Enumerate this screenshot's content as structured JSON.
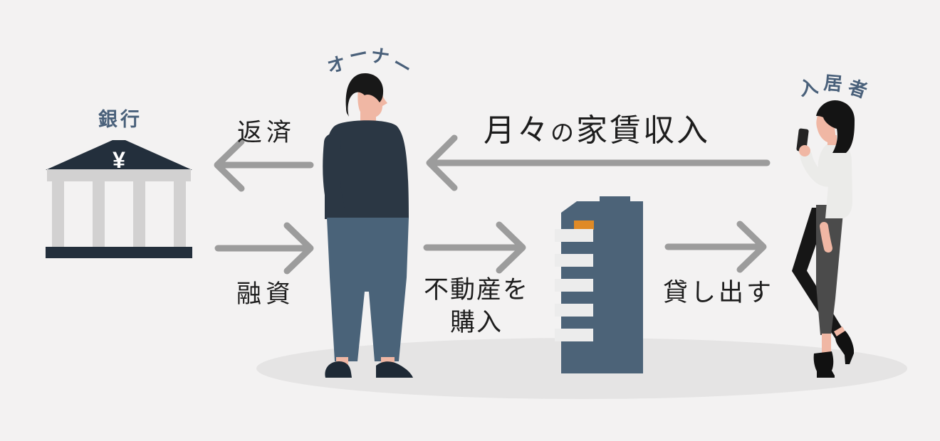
{
  "diagram": {
    "description_labels": {
      "bank": "銀行",
      "bank_currency_symbol": "¥",
      "owner": "オーナー",
      "tenant": "入居者"
    },
    "flow_labels": {
      "repayment": "返済",
      "loan": "融資",
      "purchase_line1": "不動産を",
      "purchase_line2": "購入",
      "rent_out": "貸し出す",
      "rent_income_part1": "月々",
      "rent_income_part2": "の",
      "rent_income_part3": "家賃収入"
    },
    "flows": [
      {
        "label": "返済",
        "from": "owner",
        "to": "bank",
        "direction": "left"
      },
      {
        "label": "融資",
        "from": "bank",
        "to": "owner",
        "direction": "right"
      },
      {
        "label": "不動産を購入",
        "from": "owner",
        "to": "building",
        "direction": "right"
      },
      {
        "label": "貸し出す",
        "from": "building",
        "to": "tenant",
        "direction": "right"
      },
      {
        "label": "月々の家賃収入",
        "from": "tenant",
        "to": "owner",
        "direction": "left"
      }
    ],
    "icons": [
      "bank-icon",
      "owner-figure",
      "apartment-building-icon",
      "tenant-figure"
    ],
    "colors": {
      "background": "#f3f2f2",
      "ground_shadow": "#e5e4e4",
      "dark_navy": "#232f3c",
      "sweater_navy": "#2b3744",
      "slate_blue": "#4c6378",
      "pants_slate": "#4a6379",
      "column_gray": "#d2d1d1",
      "arrow_gray": "#9c9c9c",
      "text_black": "#1d1d1d",
      "entity_label_slate": "#49607a",
      "skin": "#f0b7a4",
      "accent_orange": "#df8a26",
      "window_white": "#ececec",
      "tenant_top_white": "#ebebe9",
      "tenant_pants_gray": "#4b4b4b",
      "tenant_leg_black": "#161616"
    }
  }
}
